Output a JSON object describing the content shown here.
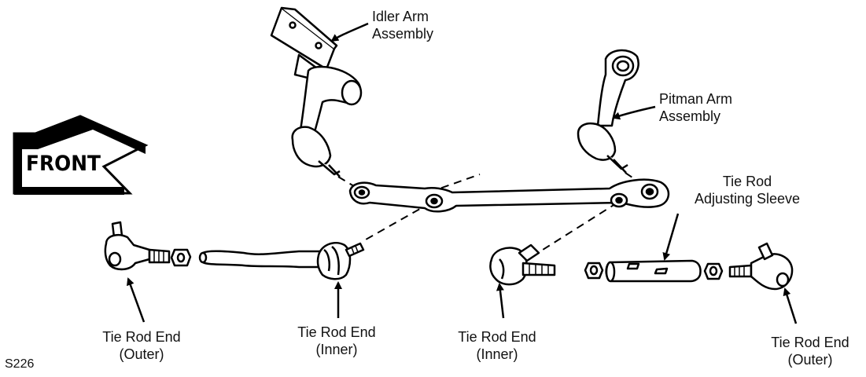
{
  "front_arrow": {
    "text": "FRONT"
  },
  "labels": {
    "idler_arm": [
      "Idler Arm",
      "Assembly"
    ],
    "pitman_arm": [
      "Pitman Arm",
      "Assembly"
    ],
    "adjusting_sleeve": [
      "Tie Rod",
      "Adjusting Sleeve"
    ],
    "left_outer_end": [
      "Tie Rod End",
      "(Outer)"
    ],
    "left_inner_end": [
      "Tie Rod End",
      "(Inner)"
    ],
    "right_inner_end": [
      "Tie Rod End",
      "(Inner)"
    ],
    "right_outer_end": [
      "Tie Rod End",
      "(Outer)"
    ]
  },
  "figure_code": "S226"
}
